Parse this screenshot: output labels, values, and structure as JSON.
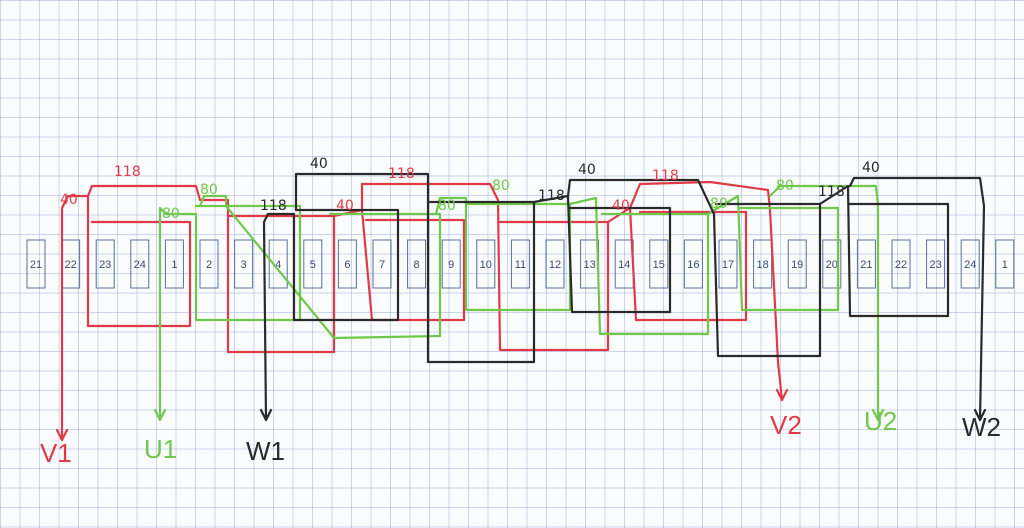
{
  "colors": {
    "V": "#e03a48",
    "U": "#6fc84a",
    "W": "#2a2a2a",
    "grid": "#a9bcd9",
    "slot": "#5a6f96"
  },
  "slots": [
    "21",
    "22",
    "23",
    "24",
    "1",
    "2",
    "3",
    "4",
    "5",
    "6",
    "7",
    "8",
    "9",
    "10",
    "11",
    "12",
    "13",
    "14",
    "15",
    "16",
    "17",
    "18",
    "19",
    "20",
    "21",
    "22",
    "23",
    "24",
    "1"
  ],
  "turn_labels": {
    "v1": "40",
    "v2": "118",
    "v3": "40",
    "v4": "118",
    "v5": "40",
    "v6": "118",
    "u1": "80",
    "u2": "80",
    "u3": "80",
    "u4": "80",
    "u5": "80",
    "u6": "80",
    "w1": "118",
    "w2": "40",
    "w3": "118",
    "w4": "40",
    "w5": "118",
    "w6": "40"
  },
  "terminals": {
    "v1": "V1",
    "u1": "U1",
    "w1": "W1",
    "v2": "V2",
    "u2": "U2",
    "w2": "W2"
  }
}
